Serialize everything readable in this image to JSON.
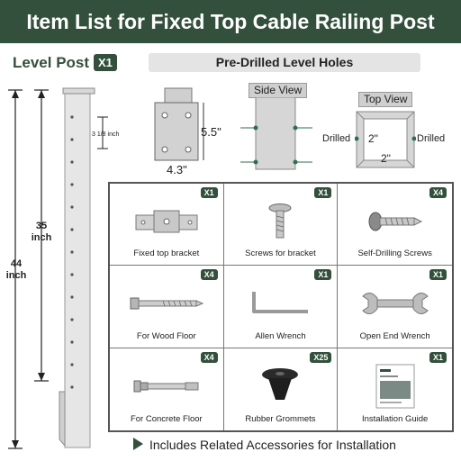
{
  "header": {
    "title": "Item List for Fixed Top Cable Railing Post"
  },
  "level_post": {
    "title": "Level Post",
    "qty": "X1"
  },
  "dimensions": {
    "total_height": "44\ninch",
    "hole_height": "35\ninch",
    "hole_spacing": "3 1/8 inch"
  },
  "predrilled": {
    "title": "Pre-Drilled Level Holes"
  },
  "bracket_dims": {
    "height": "5.5\"",
    "width": "4.3\""
  },
  "side_view": {
    "label": "Side View"
  },
  "top_view": {
    "label": "Top View",
    "left": "Drilled",
    "right": "Drilled",
    "inner_w": "2\"",
    "inner_h": "2\""
  },
  "items": [
    {
      "name": "Fixed top bracket",
      "qty": "X1",
      "icon": "bracket-icon"
    },
    {
      "name": "Screws for bracket",
      "qty": "X1",
      "icon": "screw-icon"
    },
    {
      "name": "Self-Drilling Screws",
      "qty": "X4",
      "icon": "self-drilling-screw-icon"
    },
    {
      "name": "For Wood Floor",
      "qty": "X4",
      "icon": "lag-screw-icon"
    },
    {
      "name": "Allen Wrench",
      "qty": "X1",
      "icon": "allen-wrench-icon"
    },
    {
      "name": "Open End Wrench",
      "qty": "X1",
      "icon": "open-end-wrench-icon"
    },
    {
      "name": "For Concrete Floor",
      "qty": "X4",
      "icon": "anchor-bolt-icon"
    },
    {
      "name": "Rubber Grommets",
      "qty": "X25",
      "icon": "grommet-icon"
    },
    {
      "name": "Installation Guide",
      "qty": "X1",
      "icon": "guide-booklet-icon"
    }
  ],
  "footer": {
    "text": "Includes Related Accessories for Installation"
  }
}
